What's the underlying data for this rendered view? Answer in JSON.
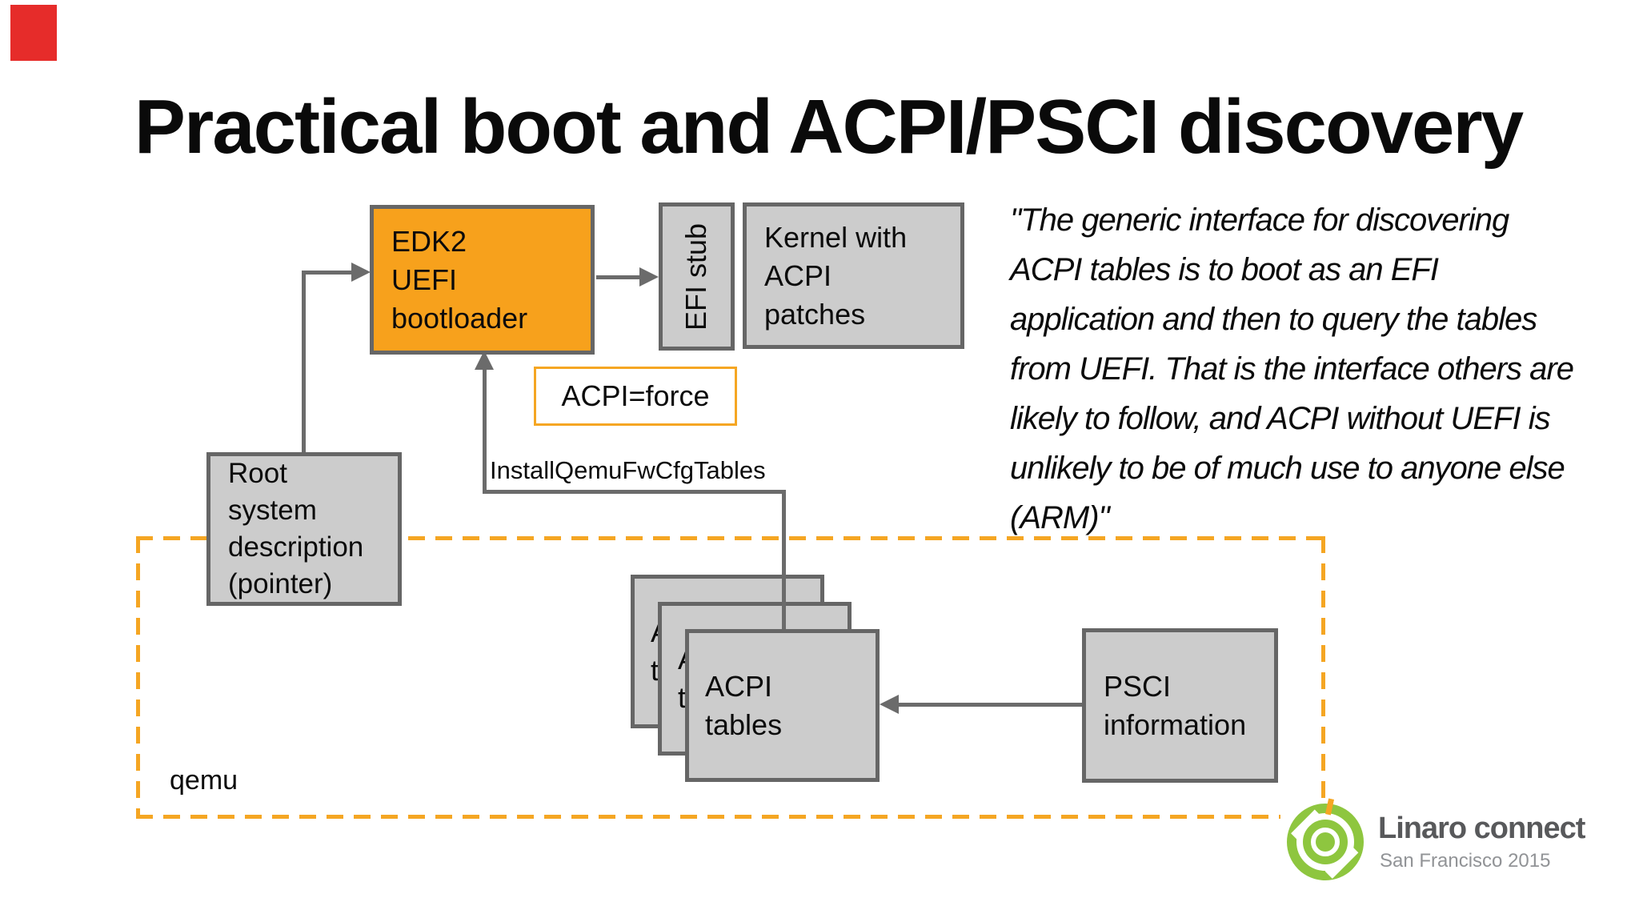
{
  "slide": {
    "title": "Practical boot and ACPI/PSCI discovery",
    "quote_lines": [
      "\"The generic interface for discovering",
      "ACPI tables is to boot as an EFI",
      "application and then to query the tables",
      "from UEFI. That is the interface others are",
      "likely to follow, and ACPI without UEFI is",
      "unlikely to be of much use to anyone else",
      "(ARM)\""
    ]
  },
  "diagram": {
    "edk2": {
      "lines": [
        "EDK2",
        "UEFI",
        "bootloader"
      ]
    },
    "efi_stub": {
      "label": "EFI stub"
    },
    "kernel": {
      "lines": [
        "Kernel with",
        "ACPI",
        "patches"
      ]
    },
    "acpi_force": {
      "label": "ACPI=force"
    },
    "root_desc": {
      "lines": [
        "Root",
        "system",
        "description",
        "(pointer)"
      ]
    },
    "install_label": "InstallQemuFwCfgTables",
    "acpi_tables": {
      "lines": [
        "ACPI",
        "tables"
      ]
    },
    "psci": {
      "lines": [
        "PSCI",
        "information"
      ]
    },
    "qemu_label": "qemu",
    "edges": [
      {
        "from": "root-system-description",
        "to": "edk2-uefi-bootloader"
      },
      {
        "from": "edk2-uefi-bootloader",
        "to": "efi-stub"
      },
      {
        "from": "acpi-tables",
        "to": "edk2-uefi-bootloader",
        "label": "InstallQemuFwCfgTables"
      },
      {
        "from": "psci-information",
        "to": "acpi-tables"
      }
    ]
  },
  "footer": {
    "logo_title": "Linaro connect",
    "logo_subtitle": "San Francisco 2015"
  },
  "colors": {
    "accent_orange": "#F7A11C",
    "dash_orange": "#F5A623",
    "box_gray_fill": "#CCCCCC",
    "box_border_gray": "#666666",
    "connector_gray": "#6B6B6B",
    "logo_green": "#8EC63F",
    "logo_text_gray": "#58595B",
    "logo_subtext_gray": "#919396",
    "record_red": "#E62C2A"
  }
}
